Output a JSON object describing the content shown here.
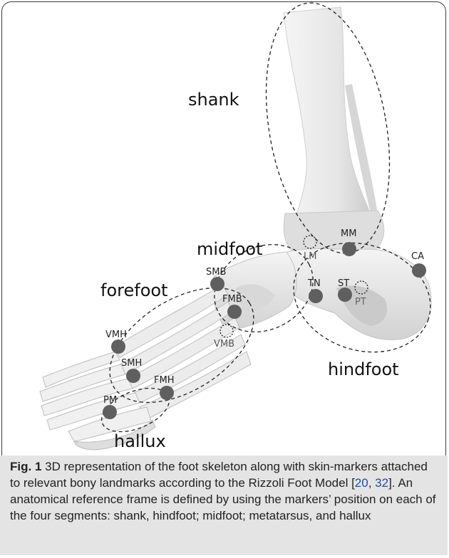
{
  "figure": {
    "segment_labels": {
      "shank": "shank",
      "midfoot": "midfoot",
      "forefoot": "forefoot",
      "hindfoot": "hindfoot",
      "hallux": "hallux"
    },
    "markers": {
      "MM": "MM",
      "LM": "LM",
      "CA": "CA",
      "SMB": "SMB",
      "TN": "TN",
      "ST": "ST",
      "PT": "PT",
      "FMB": "FMB",
      "VMB": "VMB",
      "VMH": "VMH",
      "SMH": "SMH",
      "FMH": "FMH",
      "PM": "PM"
    },
    "colors": {
      "marker": "#5f5f5f",
      "bone": "#e9e9e9",
      "bone_shadow": "#c4c4c4",
      "caption_bg": "#e4e4e4"
    }
  },
  "caption": {
    "label": "Fig. 1",
    "text_before": " 3D representation of the foot skeleton along with skin-markers attached to relevant bony landmarks according to the Rizzoli Foot Model [",
    "ref1": "20",
    "sep": ", ",
    "ref2": "32",
    "text_after": "]. An anatomical reference frame is defined by using the markers’ position on each of the four segments: shank, hindfoot; midfoot; metatarsus, and hallux"
  }
}
